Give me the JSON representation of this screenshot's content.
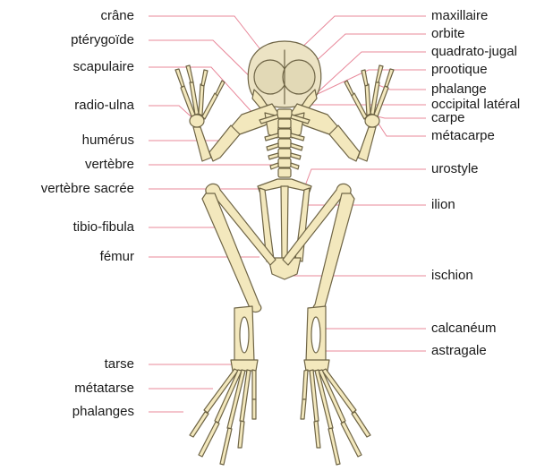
{
  "diagram": {
    "colors": {
      "bone_fill": "#f3e8bd",
      "bone_stroke": "#6e6445",
      "skull_fill": "#ece3c4",
      "leader_line": "#e8889a",
      "text": "#1a1a1a"
    },
    "left_labels": [
      "crâne",
      "ptérygoïde",
      "scapulaire",
      "radio-ulna",
      "humérus",
      "vertèbre",
      "vertèbre sacrée",
      "tibio-fibula",
      "fémur",
      "tarse",
      "métatarse",
      "phalanges"
    ],
    "right_labels": [
      "maxillaire",
      "orbite",
      "quadrato-jugal",
      "prootique",
      "phalange",
      "occipital latéral",
      "carpe",
      "métacarpe",
      "urostyle",
      "ilion",
      "ischion",
      "calcanéum",
      "astragale"
    ]
  }
}
